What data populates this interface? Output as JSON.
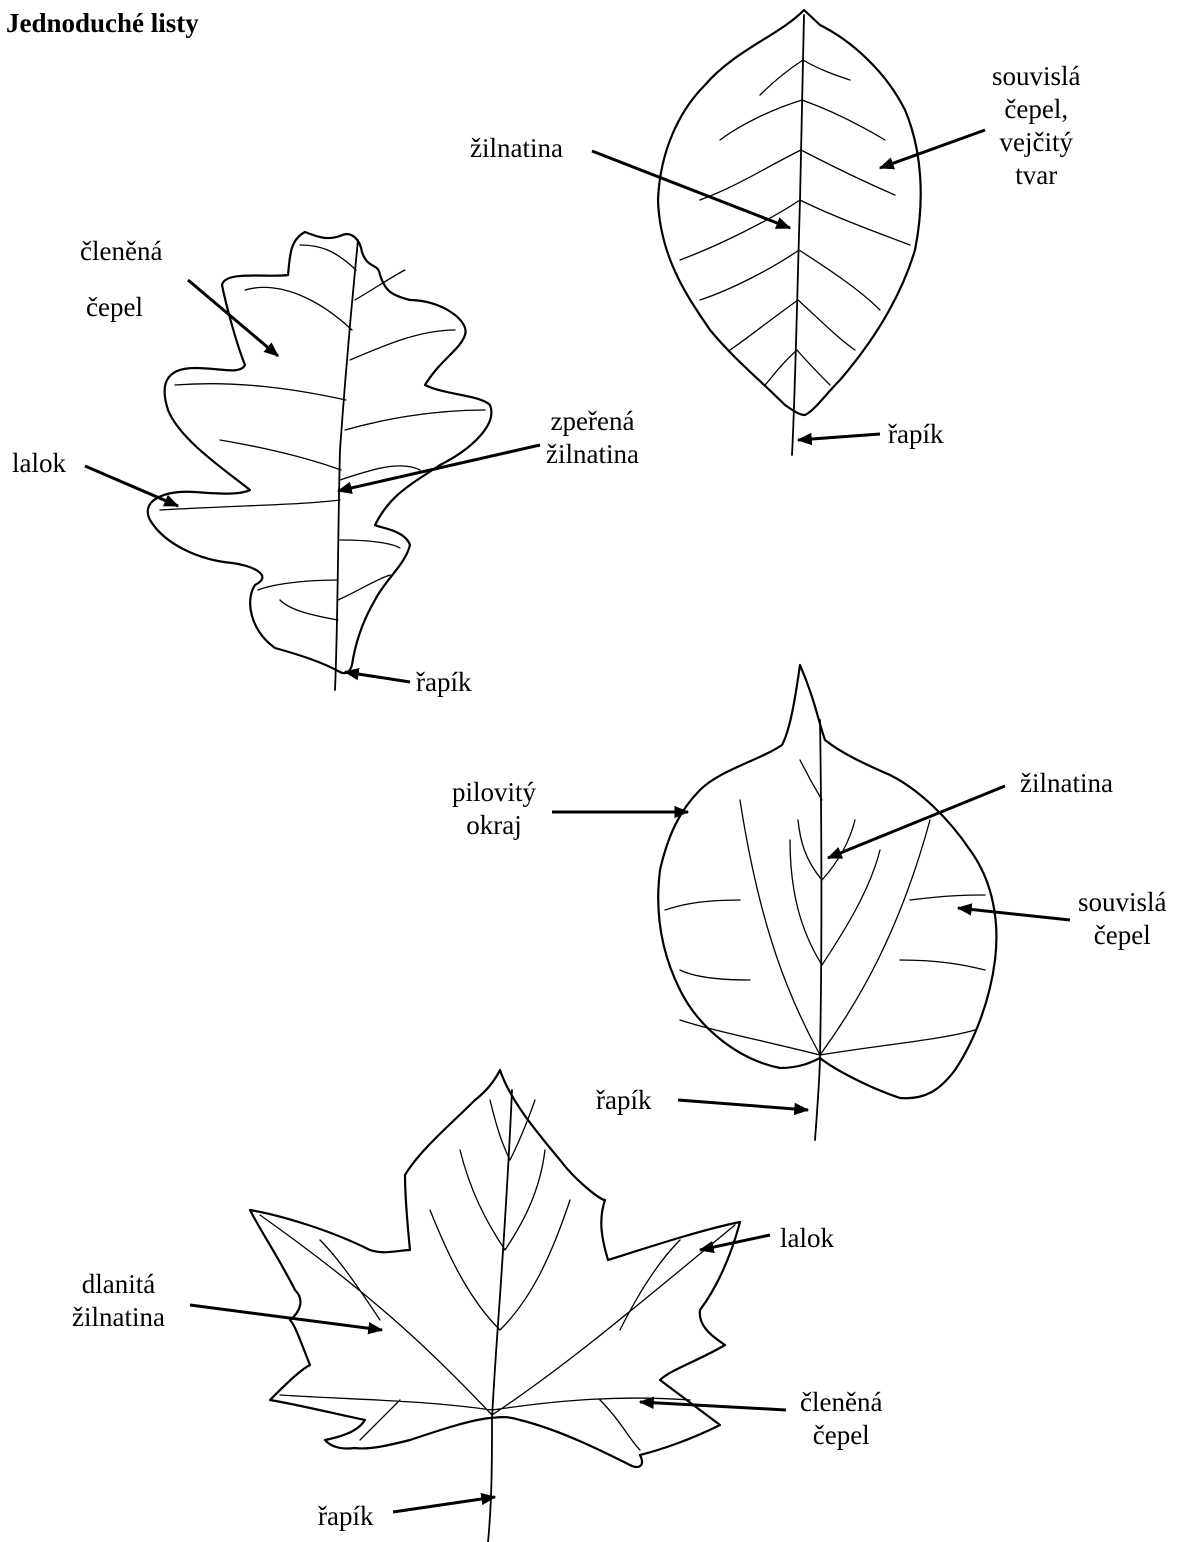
{
  "title": "Jednoduché listy",
  "labels": {
    "oak_split_blade_l1": "členěná",
    "oak_split_blade_l2": "čepel",
    "oak_lobe": "lalok",
    "oak_pinnate_l1": "zpeřená",
    "oak_pinnate_l2": "žilnatina",
    "oak_petiole": "řapík",
    "beech_venation": "žilnatina",
    "beech_blade_l1": "souvislá",
    "beech_blade_l2": "čepel,",
    "beech_blade_l3": "vejčitý",
    "beech_blade_l4": "tvar",
    "beech_petiole": "řapík",
    "linden_serrate_l1": "pilovitý",
    "linden_serrate_l2": "okraj",
    "linden_venation": "žilnatina",
    "linden_blade_l1": "souvislá",
    "linden_blade_l2": "čepel",
    "linden_petiole": "řapík",
    "maple_palmate_l1": "dlanitá",
    "maple_palmate_l2": "žilnatina",
    "maple_lobe": "lalok",
    "maple_blade_l1": "členěná",
    "maple_blade_l2": "čepel",
    "maple_petiole": "řapík"
  }
}
